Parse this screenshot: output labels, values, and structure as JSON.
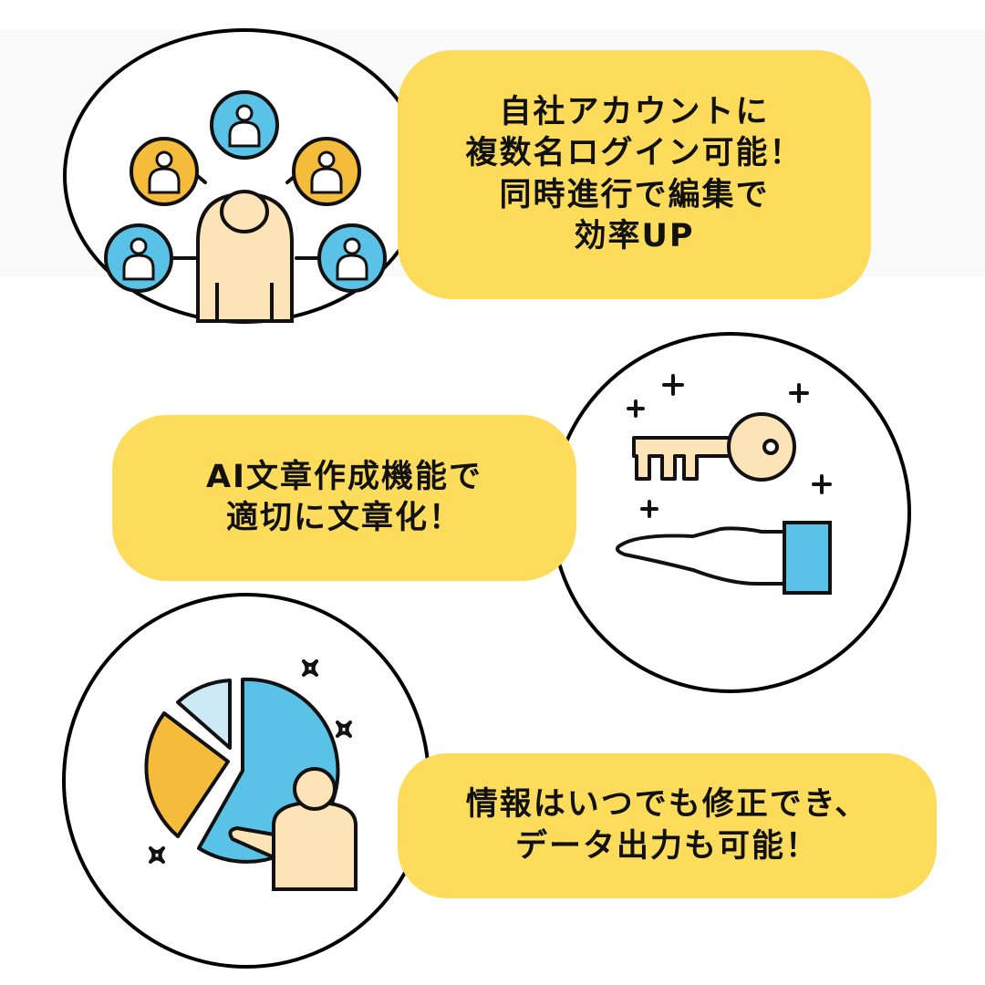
{
  "features": [
    {
      "lines": [
        "自社アカウントに",
        "複数名ログイン可能！",
        "同時進行で編集で",
        "効率UP"
      ],
      "icon": "team-network-icon"
    },
    {
      "lines": [
        "AI文章作成機能で",
        "適切に文章化！"
      ],
      "icon": "key-on-hand-icon"
    },
    {
      "lines": [
        "情報はいつでも修正でき、",
        "データ出力も可能！"
      ],
      "icon": "pie-chart-presenter-icon"
    }
  ],
  "colors": {
    "yellow": "#fddc5c",
    "blue": "#5bc2e7",
    "orange": "#f5bc3c",
    "skin": "#fde3b8"
  }
}
